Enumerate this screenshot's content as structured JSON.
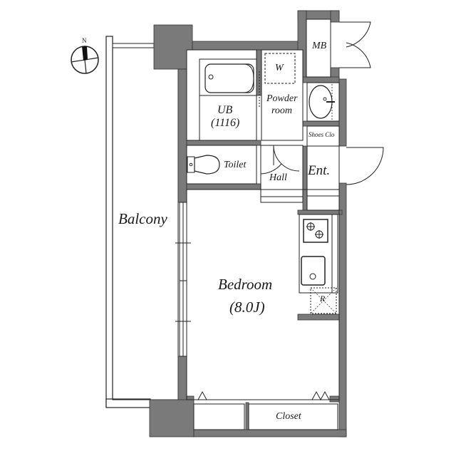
{
  "plan": {
    "compass": {
      "north_label": "N"
    },
    "rooms": {
      "balcony": {
        "label": "Balcony"
      },
      "bedroom": {
        "label": "Bedroom",
        "area": "(8.0J)"
      },
      "unit_bath": {
        "label": "UB",
        "size": "(1116)"
      },
      "washer": {
        "label": "W"
      },
      "powder_room": {
        "line1": "Powder",
        "line2": "room"
      },
      "meter_box": {
        "label": "MB"
      },
      "shoes_closet": {
        "label": "Shoes Clo"
      },
      "toilet": {
        "label": "Toilet"
      },
      "hall": {
        "label": "Hall"
      },
      "entrance": {
        "label": "Ent."
      },
      "refrigerator": {
        "label": "R"
      },
      "closet": {
        "label": "Closet"
      }
    },
    "colors": {
      "wall": "#7a7a7a",
      "line": "#222222",
      "background": "#ffffff"
    }
  }
}
